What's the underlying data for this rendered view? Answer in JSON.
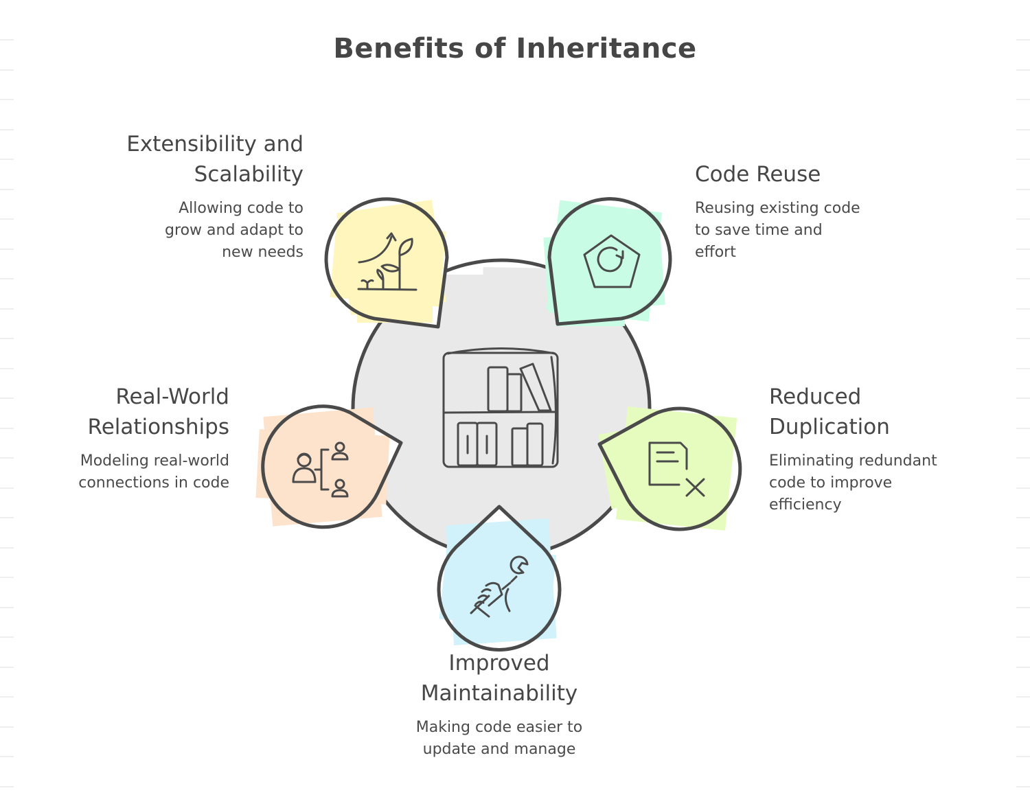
{
  "title": "Benefits of Inheritance",
  "colors": {
    "stroke": "#4a4a4a",
    "center_fill": "#e9e9e9",
    "extensibility_fill": "#fef6bd",
    "code_reuse_fill": "#c9fce4",
    "real_world_fill": "#fde3cb",
    "reduced_duplication_fill": "#e6fcbe",
    "maintainability_fill": "#d1f2fb"
  },
  "center": {
    "icon": "bookshelf-icon"
  },
  "nodes": {
    "extensibility": {
      "heading_lines": [
        "Extensibility and",
        "Scalability"
      ],
      "desc_lines": [
        "Allowing code to",
        "grow and adapt to",
        "new needs"
      ],
      "icon": "plant-growth-icon"
    },
    "code_reuse": {
      "heading_lines": [
        "Code Reuse"
      ],
      "desc_lines": [
        "Reusing existing code",
        "to save time and",
        "effort"
      ],
      "icon": "pentagon-refresh-icon"
    },
    "real_world": {
      "heading_lines": [
        "Real-World",
        "Relationships"
      ],
      "desc_lines": [
        "Modeling real-world",
        "connections in code"
      ],
      "icon": "people-hierarchy-icon"
    },
    "reduced_duplication": {
      "heading_lines": [
        "Reduced",
        "Duplication"
      ],
      "desc_lines": [
        "Eliminating redundant",
        "code to improve",
        "efficiency"
      ],
      "icon": "document-remove-icon"
    },
    "maintainability": {
      "heading_lines": [
        "Improved",
        "Maintainability"
      ],
      "desc_lines": [
        "Making code easier to",
        "update and manage"
      ],
      "icon": "hand-wrench-icon"
    }
  }
}
